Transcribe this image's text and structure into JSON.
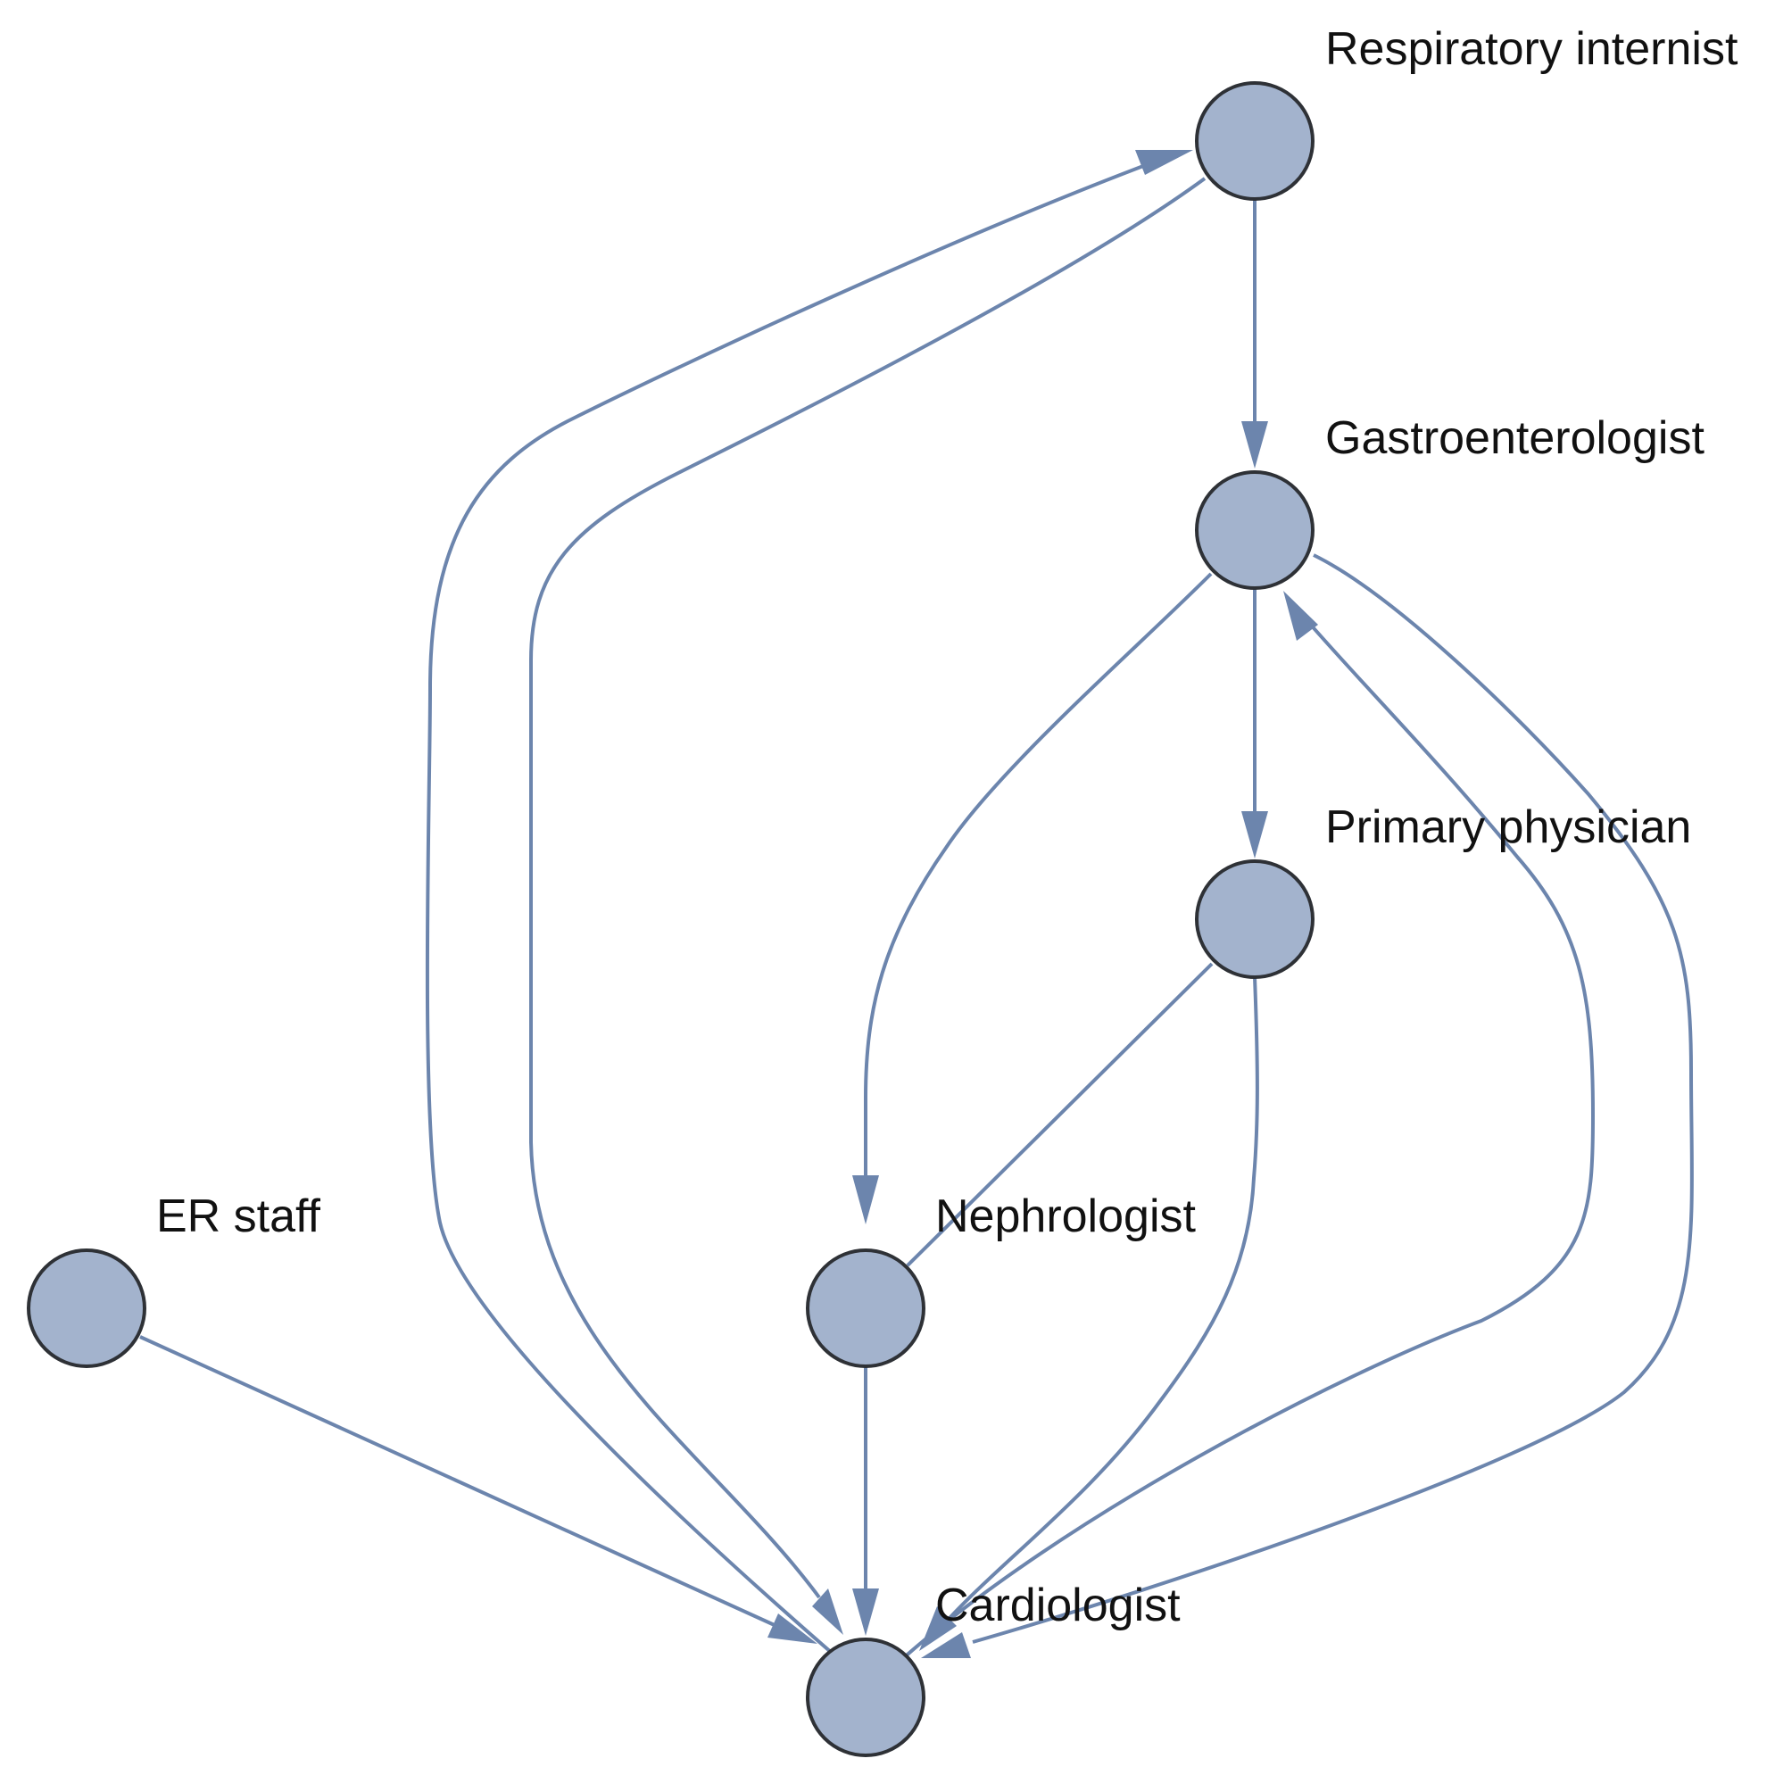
{
  "nodes": [
    {
      "id": "respiratory",
      "label": "Respiratory internist"
    },
    {
      "id": "gastro",
      "label": "Gastroenterologist"
    },
    {
      "id": "primary",
      "label": "Primary physician"
    },
    {
      "id": "er",
      "label": "ER staff"
    },
    {
      "id": "nephro",
      "label": "Nephrologist"
    },
    {
      "id": "cardio",
      "label": "Cardiologist"
    }
  ],
  "edges": [
    {
      "from": "cardio",
      "to": "respiratory"
    },
    {
      "from": "respiratory",
      "to": "cardio"
    },
    {
      "from": "respiratory",
      "to": "gastro"
    },
    {
      "from": "gastro",
      "to": "primary"
    },
    {
      "from": "gastro",
      "to": "nephro"
    },
    {
      "from": "gastro",
      "to": "cardio"
    },
    {
      "from": "cardio",
      "to": "gastro"
    },
    {
      "from": "primary",
      "to": "nephro"
    },
    {
      "from": "primary",
      "to": "cardio"
    },
    {
      "from": "er",
      "to": "cardio"
    },
    {
      "from": "nephro",
      "to": "cardio"
    }
  ],
  "colors": {
    "node_fill": "#a3b3cd",
    "node_stroke": "#2e3136",
    "edge": "#6c85ad"
  }
}
